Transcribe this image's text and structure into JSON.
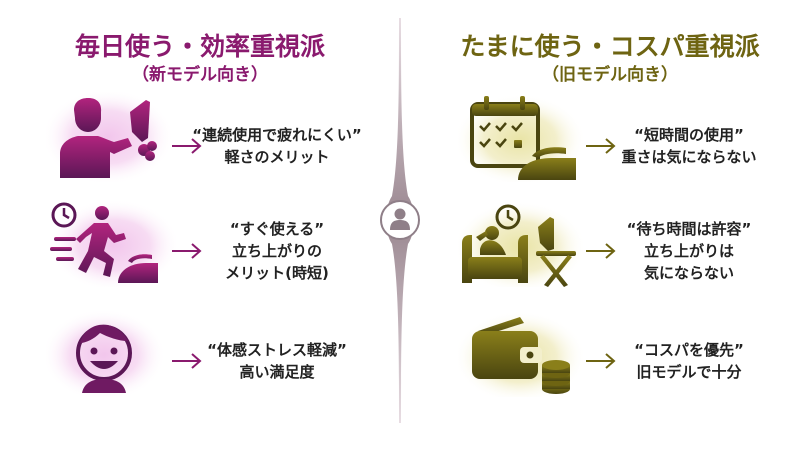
{
  "left": {
    "title": "毎日使う・効率重視派",
    "subtitle": "（新モデル向き）",
    "color": "#8a1a6e",
    "items": [
      {
        "icon": "person-ironing-icon",
        "lines": [
          "“連続使用で疲れにくい”",
          "軽さのメリット"
        ]
      },
      {
        "icon": "running-man-clock-icon",
        "lines": [
          "“すぐ使える”",
          "立ち上がりの",
          "メリット(時短)"
        ]
      },
      {
        "icon": "smiling-face-icon",
        "lines": [
          "“体感ストレス軽減”",
          "高い満足度"
        ]
      }
    ]
  },
  "right": {
    "title": "たまに使う・コスパ重視派",
    "subtitle": "（旧モデル向き）",
    "color": "#6e6412",
    "items": [
      {
        "icon": "calendar-iron-icon",
        "lines": [
          "“短時間の使用”",
          "重さは気にならない"
        ]
      },
      {
        "icon": "relaxing-person-clock-icon",
        "lines": [
          "“待ち時間は許容”",
          "立ち上がりは",
          "気にならない"
        ]
      },
      {
        "icon": "wallet-coins-icon",
        "lines": [
          "“コスパを優先”",
          "旧モデルで十分"
        ]
      }
    ]
  },
  "center": {
    "icon": "user-avatar-icon"
  }
}
